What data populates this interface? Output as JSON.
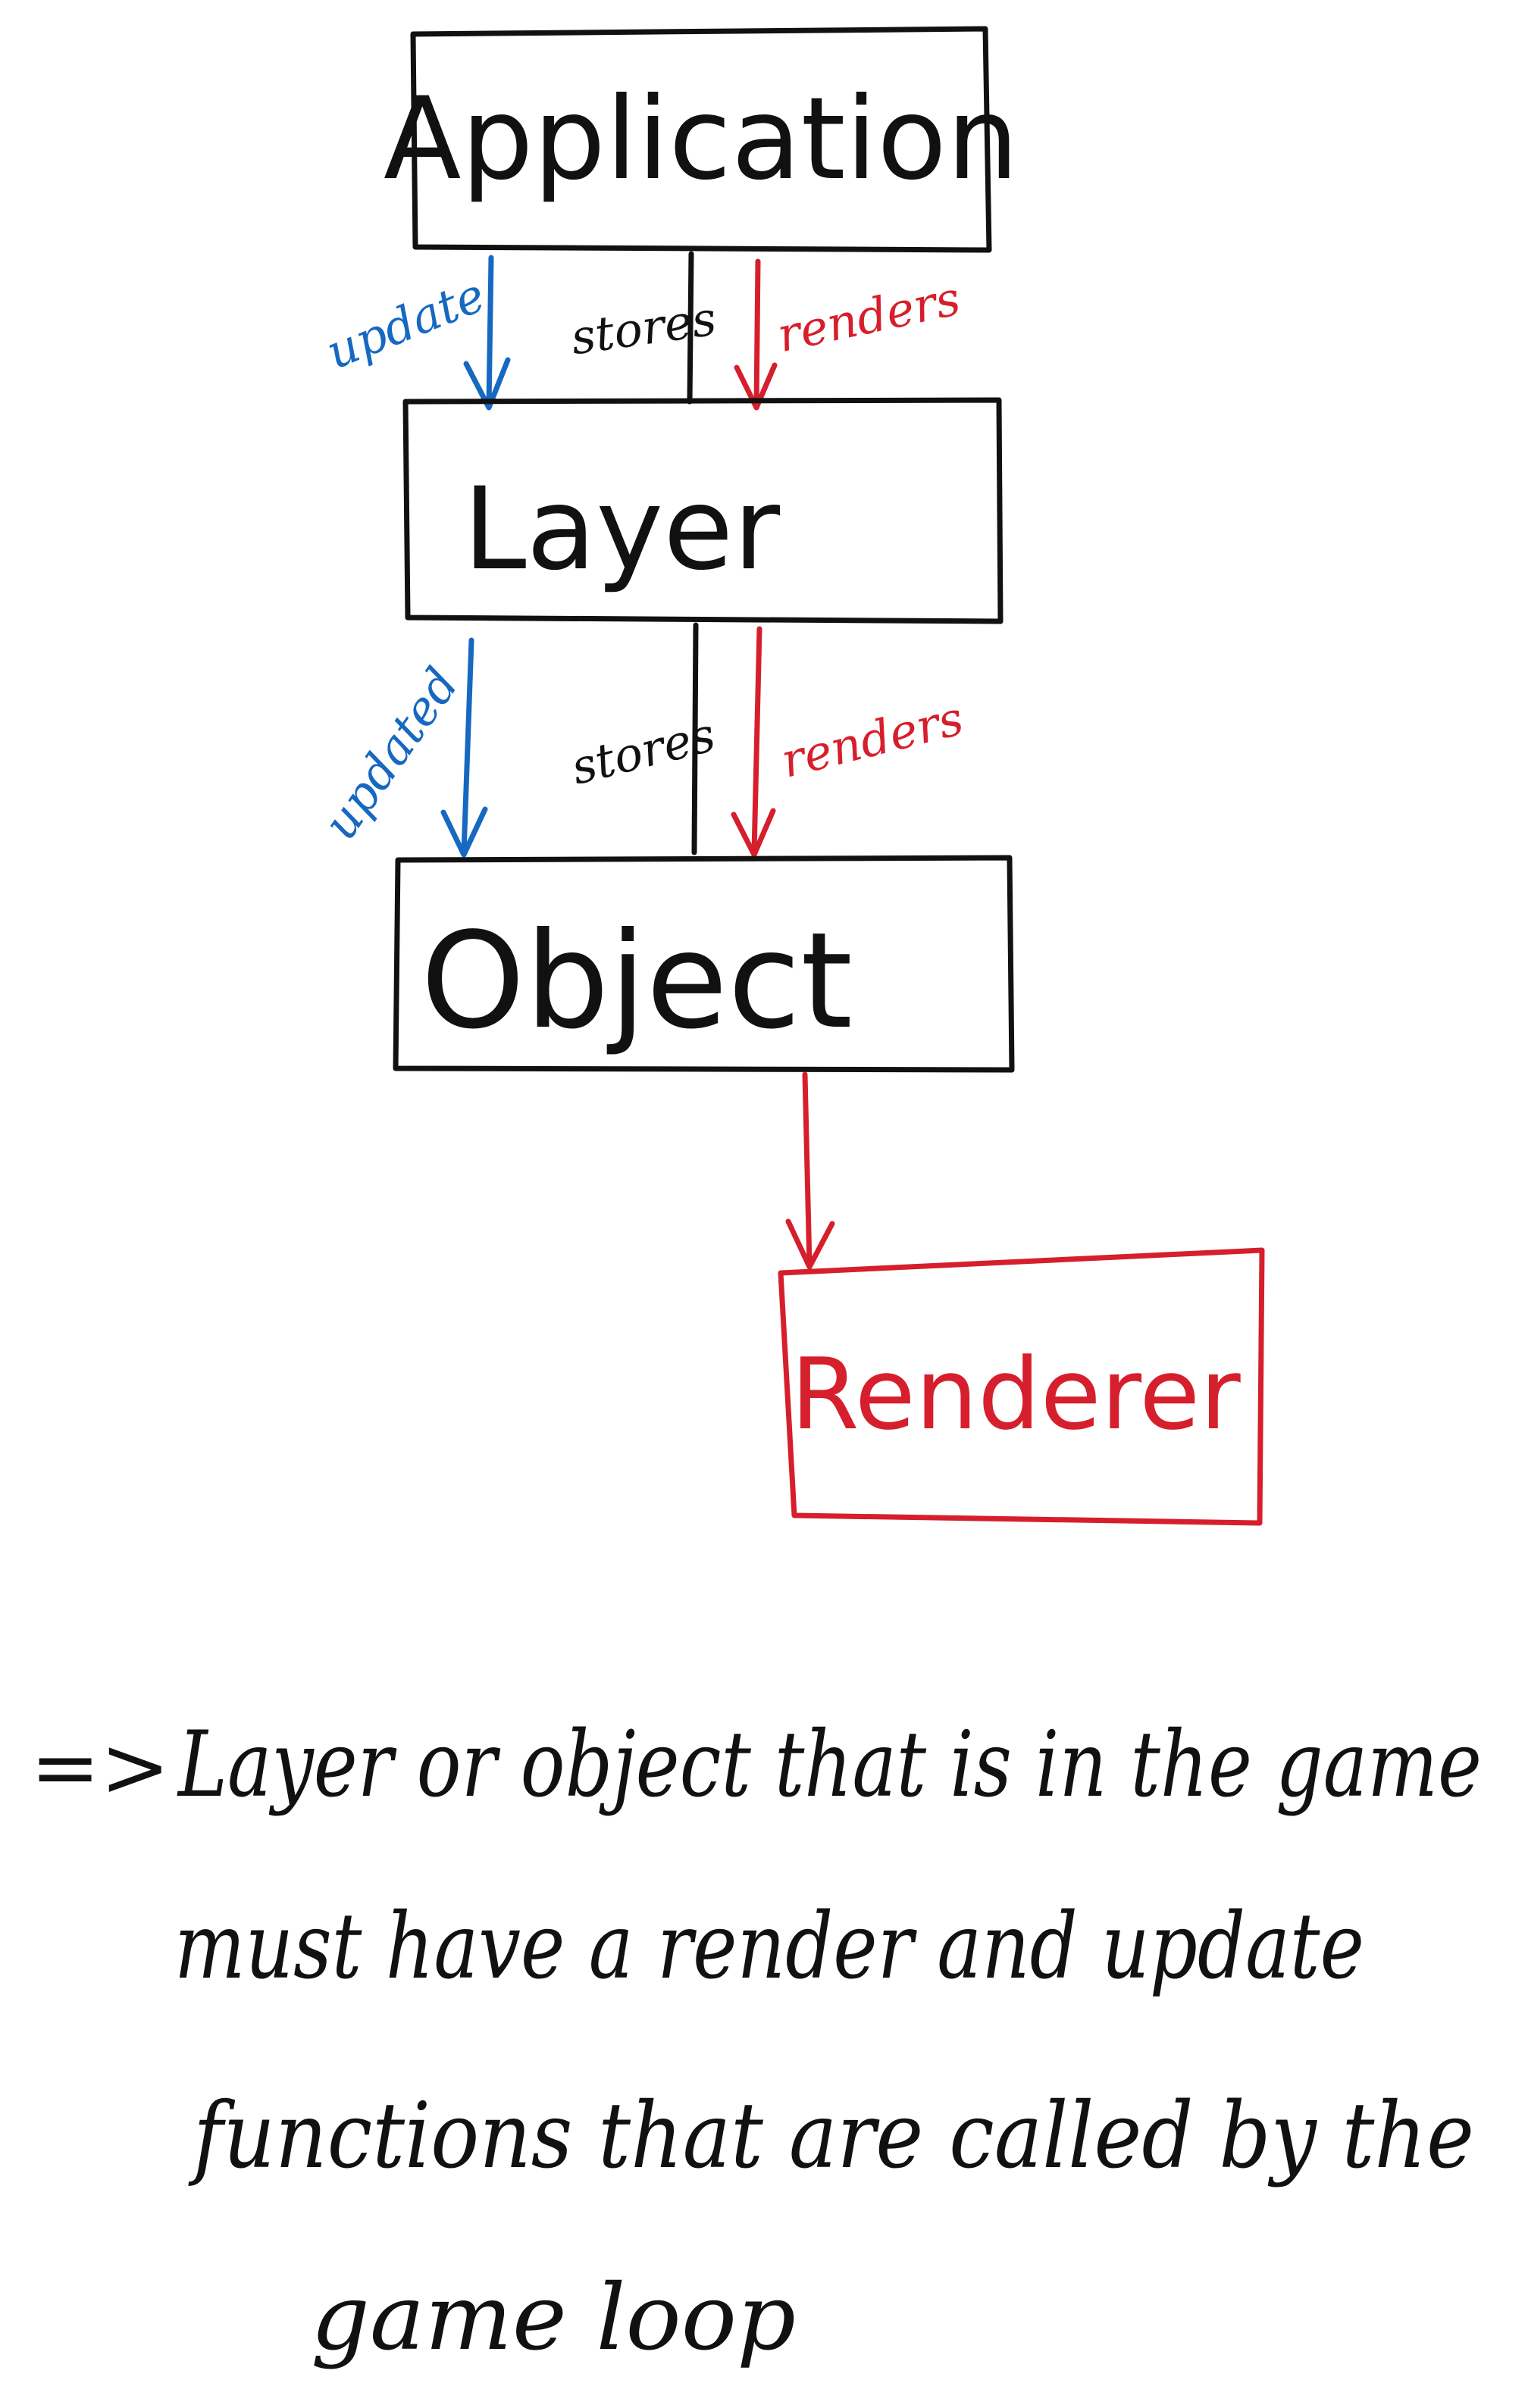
{
  "nodes": {
    "application": "Application",
    "layer": "Layer",
    "object": "Object",
    "renderer": "Renderer"
  },
  "edges": {
    "app_layer_update": "update",
    "app_layer_stores": "stores",
    "app_layer_renders": "renders",
    "layer_object_update": "updated",
    "layer_object_stores": "stores",
    "layer_object_renders": "renders"
  },
  "note": {
    "arrow": "=>",
    "line1": "Layer or object that is in the game",
    "line2": "must have a render and update",
    "line3": "functions that are called by the",
    "line4": "game loop"
  },
  "colors": {
    "black": "#111111",
    "blue": "#1668c0",
    "red": "#d61f2c"
  }
}
